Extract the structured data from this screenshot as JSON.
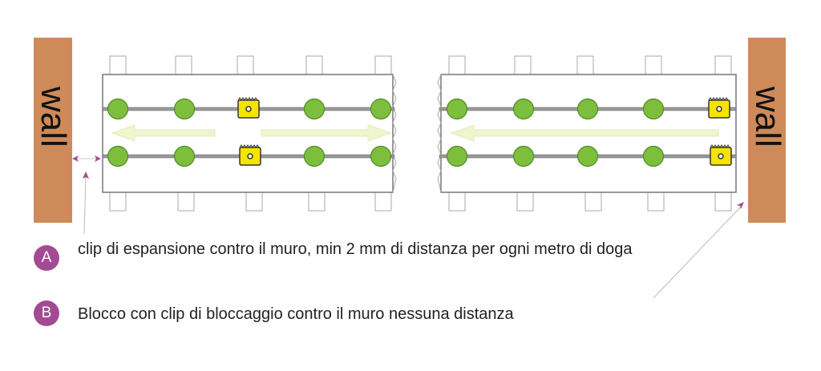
{
  "walls": {
    "left": "wall",
    "right": "wall"
  },
  "legend": [
    {
      "key": "A",
      "text": "clip di espansione contro il muro, min 2 mm di distanza per ogni metro di doga"
    },
    {
      "key": "B",
      "text": "Blocco con clip di bloccaggio contro il muro nessuna distanza"
    }
  ],
  "colors": {
    "wall": "#cf8a5a",
    "clip_green": "#7dbf3c",
    "clip_yellow": "#f5e400",
    "arrow": "#eef6d0",
    "badge": "#a34a93"
  }
}
